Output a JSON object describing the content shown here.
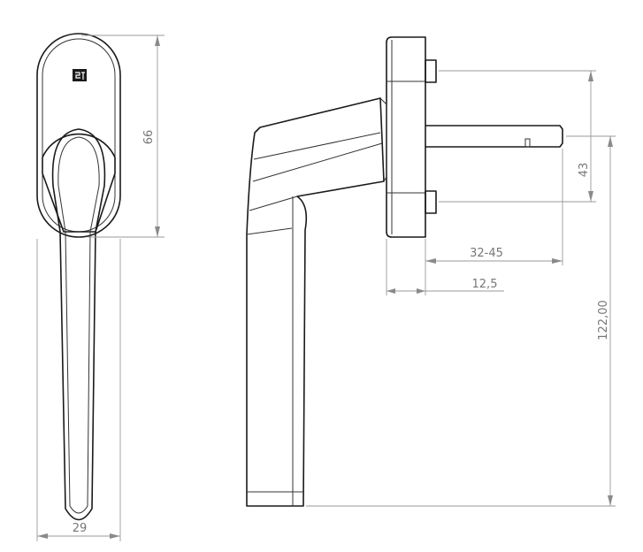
{
  "logo_text": "ST",
  "dimensions": {
    "front_height": "66",
    "front_width": "29",
    "peg_spacing": "43",
    "spindle_length": "32-45",
    "rosette_depth": "12,5",
    "total_length": "122,00"
  }
}
